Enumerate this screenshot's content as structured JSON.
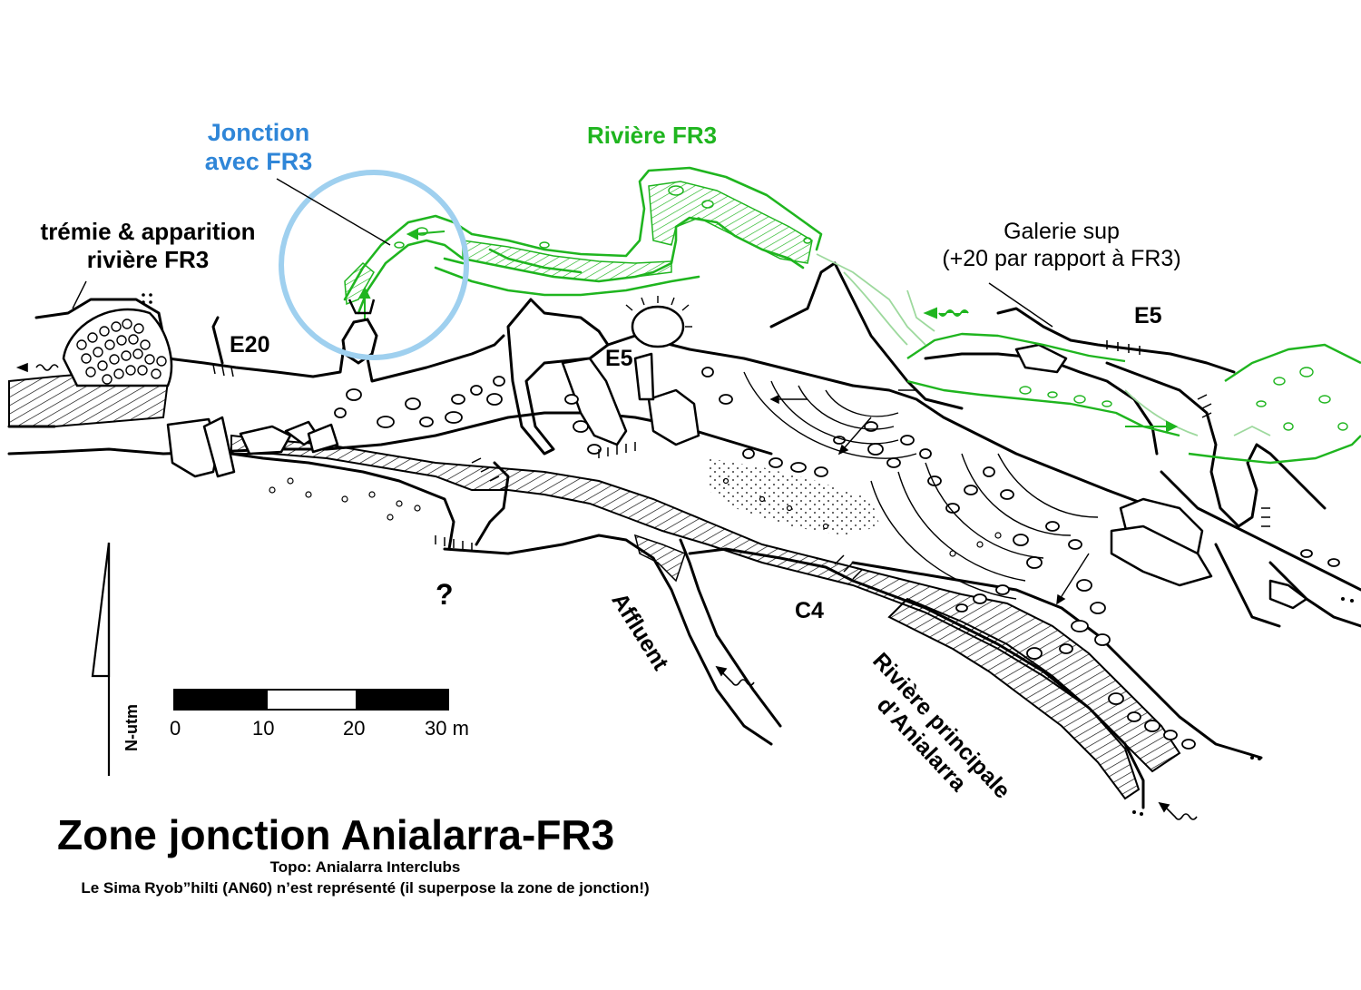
{
  "colors": {
    "ink": "#000000",
    "fr3_green": "#1fb51f",
    "fr3_green_light": "#9ed99e",
    "junction_blue": "#2f86d8",
    "junction_ring": "#9fd0ef"
  },
  "labels": {
    "junction_line1": "Jonction",
    "junction_line2": "avec FR3",
    "riviere_fr3": "Rivière FR3",
    "tremie_line1": "trémie & apparition",
    "tremie_line2": "rivière FR3",
    "galerie_line1": "Galerie sup",
    "galerie_line2": "(+20 par rapport à FR3)",
    "e20": "E20",
    "e5_left": "E5",
    "e5_right": "E5",
    "question": "?",
    "c4": "C4",
    "affluent": "Affluent",
    "riviere_principale_line1": "Rivière principale",
    "riviere_principale_line2": "d’Anialarra",
    "north": "N-utm"
  },
  "scale_bar": {
    "ticks": [
      "0",
      "10",
      "20",
      "30 m"
    ]
  },
  "footer": {
    "title": "Zone jonction Anialarra-FR3",
    "credit": "Topo: Anialarra Interclubs",
    "note": "Le Sima Ryob”hilti (AN60) n’est représenté (il superpose la zone de jonction!)"
  }
}
